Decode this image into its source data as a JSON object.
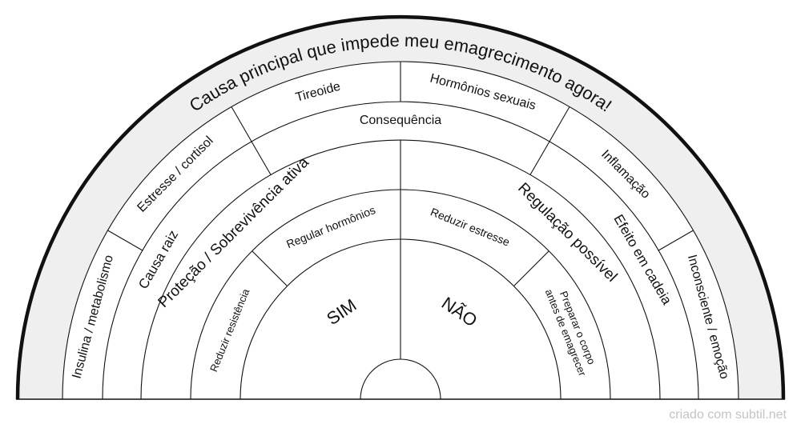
{
  "outer_title": "Causa principal que impede meu emagrecimento agora!",
  "ring4": [
    "Insulina / metabolismo",
    "Estresse / cortisol",
    "Tireoide",
    "Hormônios sexuais",
    "Inflamação",
    "Inconsciente / emoção"
  ],
  "ring3": [
    "Causa raiz",
    "Consequência",
    "Efeito em cadeia"
  ],
  "ring2": [
    "Proteção / Sobrevivência ativa",
    "Regulação possível"
  ],
  "ring1": [
    "Reduzir resistência",
    "Regular hormônios",
    "Reduzir estresse",
    "Preparar o corpo antes de emagrecer"
  ],
  "center": [
    "SIM",
    "NÃO"
  ],
  "credit": "criado com subtil.net"
}
